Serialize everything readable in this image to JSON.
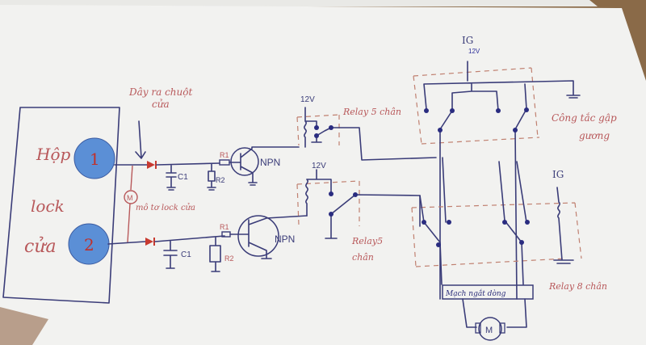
{
  "diagram": {
    "title": "Hand-drawn circuit: door lock box controlling mirror-fold motor via relays",
    "colors": {
      "paper": "#f4f4f2",
      "ink_blue": "#3a3c78",
      "ink_red": "#b8585a",
      "terminal_fill": "#5b8fd6",
      "terminal_text": "#c0302a"
    },
    "lock_box": {
      "label_line1": "Hộp",
      "label_line2": "lock",
      "label_line3": "cửa",
      "terminal_1": "1",
      "terminal_2": "2"
    },
    "annotations": {
      "door_wire_line1": "Dây ra chuột",
      "door_wire_line2": "cửa",
      "lock_motor": "mô tơ lock cửa",
      "motor_symbol": "M",
      "relay_top": "Relay 5 chân",
      "relay_mid_line1": "Relay5",
      "relay_mid_line2": "chân",
      "relay_8": "Relay 8 chân",
      "switch_line1": "Công tắc gập",
      "switch_line2": "gương",
      "cutoff_circuit": "Mạch ngắt dòng",
      "ig_top": "IG",
      "ig_top_voltage": "12V",
      "ig_right": "IG",
      "v12_top": "12V",
      "v12_mid": "12V"
    },
    "components": {
      "top_branch": {
        "cap": "C1",
        "res_pulldown": "R2",
        "res_base": "R1",
        "transistor": "NPN"
      },
      "bottom_branch": {
        "cap": "C1",
        "res_pulldown": "R2",
        "res_base": "R1",
        "transistor": "NPN"
      },
      "output_motor": "M"
    }
  }
}
